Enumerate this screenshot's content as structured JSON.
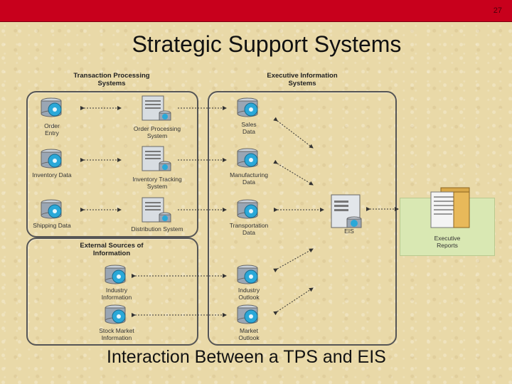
{
  "slide_number": "27",
  "title": "Strategic Support Systems",
  "caption": "Interaction Between a TPS and EIS",
  "headers": {
    "tps": "Transaction Processing\nSystems",
    "eis": "Executive Information\nSystems",
    "external": "External Sources of\nInformation"
  },
  "tps_data": [
    "Order\nEntry",
    "Inventory Data",
    "Shipping Data"
  ],
  "tps_systems": [
    "Order Processing\nSystem",
    "Inventory Tracking\nSystem",
    "Distribution System"
  ],
  "eis_data": [
    "Sales\nData",
    "Manufacturing\nData",
    "Transportation\nData",
    "Industry\nOutlook",
    "Market\nOutlook"
  ],
  "external_sources": [
    "Industry\nInformation",
    "Stock Market\nInformation"
  ],
  "eis_server": "EIS",
  "reports": "Executive\nReports",
  "colors": {
    "top_bar": "#c8001c",
    "disk_body": "#9aa6b4",
    "disk_accent": "#2aa8d8",
    "reports_box": "#d9e8b3"
  }
}
